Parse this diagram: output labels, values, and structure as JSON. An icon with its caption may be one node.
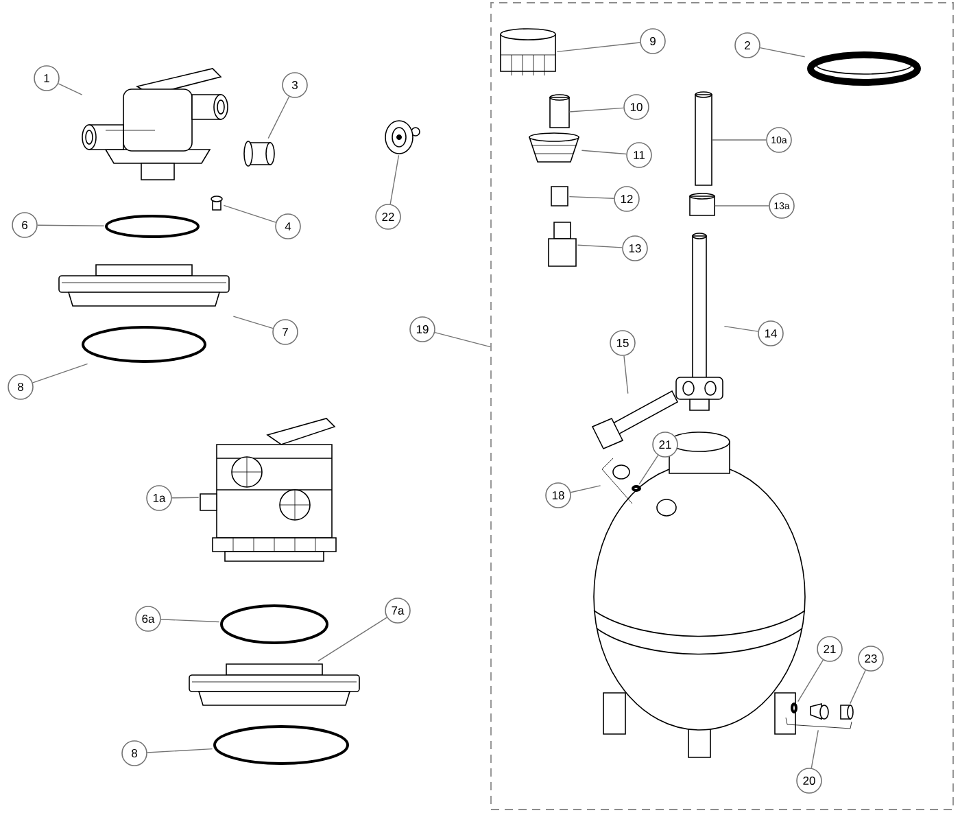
{
  "diagram": {
    "nodes": [
      {
        "text": [
          "1"
        ]
      },
      {
        "text": [],
        "shape": "picture"
      },
      {
        "text": [
          "3"
        ]
      },
      {
        "text": [],
        "shape": "cylinder"
      },
      {
        "text": [
          "4"
        ]
      },
      {
        "text": [],
        "shape": "cylinder"
      },
      {
        "text": [
          "6"
        ]
      },
      {
        "text": [],
        "shape": "circle"
      },
      {
        "text": [
          "7"
        ]
      },
      {
        "text": [],
        "shape": "picture"
      },
      {
        "text": [
          "8"
        ]
      },
      {
        "text": [],
        "shape": "circle"
      },
      {
        "text": [
          "22"
        ]
      },
      {
        "text": [],
        "shape": "picture"
      },
      {
        "text": [
          "19"
        ]
      },
      {
        "text": [],
        "shape": "box"
      },
      {
        "text": [
          "1a"
        ]
      },
      {
        "text": [],
        "shape": "picture"
      },
      {
        "text": [
          "6a"
        ]
      },
      {
        "text": [],
        "shape": "circle"
      },
      {
        "text": [
          "7a"
        ]
      },
      {
        "text": [],
        "shape": "picture"
      },
      {
        "text": [
          "8"
        ]
      },
      {
        "text": [],
        "shape": "circle"
      },
      {
        "text": [
          "9"
        ],
        "in": 15
      },
      {
        "text": [],
        "shape": "cylinder",
        "in": 15
      },
      {
        "text": [
          "2"
        ],
        "in": 15
      },
      {
        "text": [],
        "shape": "picture",
        "in": 15
      },
      {
        "text": [
          "10"
        ],
        "in": 15
      },
      {
        "text": [],
        "shape": "cylinder",
        "in": 15
      },
      {
        "text": [
          "11"
        ],
        "in": 15
      },
      {
        "text": [],
        "shape": "picture",
        "in": 15
      },
      {
        "text": [
          "10a"
        ],
        "in": 15
      },
      {
        "text": [],
        "shape": "cylinder",
        "in": 15
      },
      {
        "text": [
          "12"
        ],
        "in": 15
      },
      {
        "text": [],
        "shape": "cylinder",
        "in": 15
      },
      {
        "text": [
          "13a"
        ],
        "in": 15
      },
      {
        "text": [],
        "shape": "cylinder",
        "in": 15
      },
      {
        "text": [
          "13"
        ],
        "in": 15
      },
      {
        "text": [],
        "shape": "cylinder",
        "in": 15
      },
      {
        "text": [
          "14"
        ],
        "in": 15
      },
      {
        "text": [],
        "shape": "picture",
        "in": 15
      },
      {
        "text": [
          "15"
        ],
        "in": 15
      },
      {
        "text": [],
        "shape": "picture",
        "in": 15
      },
      {
        "text": [
          "18"
        ],
        "in": 15
      },
      {
        "text": [],
        "shape": "box",
        "in": 15
      },
      {
        "text": [
          "21"
        ],
        "in": 15
      },
      {
        "text": [],
        "shape": "circle",
        "in": 45
      },
      {
        "text": [
          "20"
        ],
        "in": 15
      },
      {
        "text": [],
        "shape": "picture",
        "in": 15
      },
      {
        "text": [
          "21"
        ],
        "in": 15
      },
      {
        "text": [],
        "shape": "circle",
        "in": 49
      },
      {
        "text": [
          "23"
        ],
        "in": 15
      },
      {
        "text": [],
        "shape": "cylinder",
        "in": 49
      }
    ],
    "edges": [
      {
        "from": 0,
        "to": 1,
        "arrow": "none"
      },
      {
        "from": 2,
        "to": 3,
        "arrow": "none"
      },
      {
        "from": 4,
        "to": 5,
        "arrow": "none"
      },
      {
        "from": 6,
        "to": 7,
        "arrow": "none"
      },
      {
        "from": 8,
        "to": 9,
        "arrow": "none"
      },
      {
        "from": 10,
        "to": 11,
        "arrow": "none"
      },
      {
        "from": 12,
        "to": 13,
        "arrow": "none"
      },
      {
        "from": 14,
        "to": 15,
        "arrow": "none"
      },
      {
        "from": 16,
        "to": 17,
        "arrow": "none"
      },
      {
        "from": 18,
        "to": 19,
        "arrow": "none"
      },
      {
        "from": 20,
        "to": 21,
        "arrow": "none"
      },
      {
        "from": 22,
        "to": 23,
        "arrow": "none"
      },
      {
        "from": 24,
        "to": 25,
        "arrow": "none"
      },
      {
        "from": 26,
        "to": 27,
        "arrow": "none"
      },
      {
        "from": 28,
        "to": 29,
        "arrow": "none"
      },
      {
        "from": 30,
        "to": 31,
        "arrow": "none"
      },
      {
        "from": 32,
        "to": 33,
        "arrow": "none"
      },
      {
        "from": 34,
        "to": 35,
        "arrow": "none"
      },
      {
        "from": 36,
        "to": 37,
        "arrow": "none"
      },
      {
        "from": 38,
        "to": 39,
        "arrow": "none"
      },
      {
        "from": 40,
        "to": 41,
        "arrow": "none"
      },
      {
        "from": 42,
        "to": 43,
        "arrow": "none"
      },
      {
        "from": 44,
        "to": 45,
        "arrow": "none"
      },
      {
        "from": 46,
        "to": 47,
        "arrow": "none"
      },
      {
        "from": 48,
        "to": 49,
        "arrow": "none"
      },
      {
        "from": 50,
        "to": 51,
        "arrow": "none"
      },
      {
        "from": 52,
        "to": 53,
        "arrow": "none"
      }
    ]
  }
}
